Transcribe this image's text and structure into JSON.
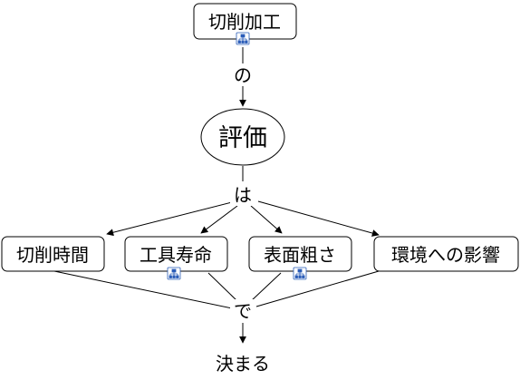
{
  "concepts": {
    "cutting": "切削加工",
    "evaluation": "評価",
    "cutting_time": "切削時間",
    "tool_life": "工具寿命",
    "surface_roughness": "表面粗さ",
    "environment": "環境への影響",
    "determined": "決まる"
  },
  "links": {
    "no": "の",
    "wa": "は",
    "de": "で"
  },
  "icons": {
    "link": "concept-link-icon"
  }
}
